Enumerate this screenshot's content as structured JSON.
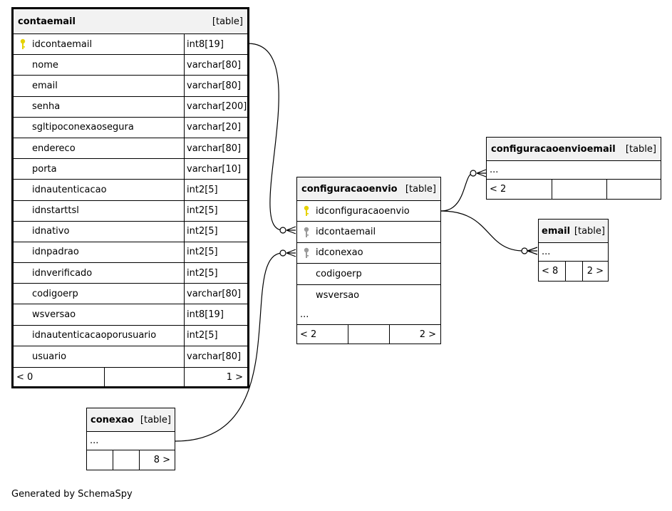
{
  "generator_text": "Generated by SchemaSpy",
  "key_colors": {
    "primary": "#e6d200",
    "foreign": "#9a9a9a"
  },
  "tables": {
    "contaemail": {
      "name": "contaemail",
      "kind": "[table]",
      "columns": [
        {
          "name": "idcontaemail",
          "type": "int8[19]",
          "key": "primary"
        },
        {
          "name": "nome",
          "type": "varchar[80]"
        },
        {
          "name": "email",
          "type": "varchar[80]"
        },
        {
          "name": "senha",
          "type": "varchar[200]"
        },
        {
          "name": "sgltipoconexaosegura",
          "type": "varchar[20]"
        },
        {
          "name": "endereco",
          "type": "varchar[80]"
        },
        {
          "name": "porta",
          "type": "varchar[10]"
        },
        {
          "name": "idnautenticacao",
          "type": "int2[5]"
        },
        {
          "name": "idnstarttsl",
          "type": "int2[5]"
        },
        {
          "name": "idnativo",
          "type": "int2[5]"
        },
        {
          "name": "idnpadrao",
          "type": "int2[5]"
        },
        {
          "name": "idnverificado",
          "type": "int2[5]"
        },
        {
          "name": "codigoerp",
          "type": "varchar[80]"
        },
        {
          "name": "wsversao",
          "type": "int8[19]"
        },
        {
          "name": "idnautenticacaoporusuario",
          "type": "int2[5]"
        },
        {
          "name": "usuario",
          "type": "varchar[80]"
        }
      ],
      "footer": {
        "left": "< 0",
        "mid": "",
        "right": "1 >"
      }
    },
    "configuracaoenvio": {
      "name": "configuracaoenvio",
      "kind": "[table]",
      "columns": [
        {
          "name": "idconfiguracaoenvio",
          "key": "primary"
        },
        {
          "name": "idcontaemail",
          "key": "foreign"
        },
        {
          "name": "idconexao",
          "key": "foreign"
        },
        {
          "name": "codigoerp"
        },
        {
          "name": "wsversao"
        }
      ],
      "ellipsis": "...",
      "footer": {
        "left": "< 2",
        "mid": "",
        "right": "2 >"
      }
    },
    "configuracaoenvioemail": {
      "name": "configuracaoenvioemail",
      "kind": "[table]",
      "ellipsis": "...",
      "footer": {
        "left": "< 2",
        "mid": "",
        "right": ""
      }
    },
    "email": {
      "name": "email",
      "kind": "[table]",
      "ellipsis": "...",
      "footer": {
        "left": "< 8",
        "mid": "",
        "right": "2 >"
      }
    },
    "conexao": {
      "name": "conexao",
      "kind": "[table]",
      "ellipsis": "...",
      "footer": {
        "left": "",
        "mid": "",
        "right": "8 >"
      }
    }
  }
}
